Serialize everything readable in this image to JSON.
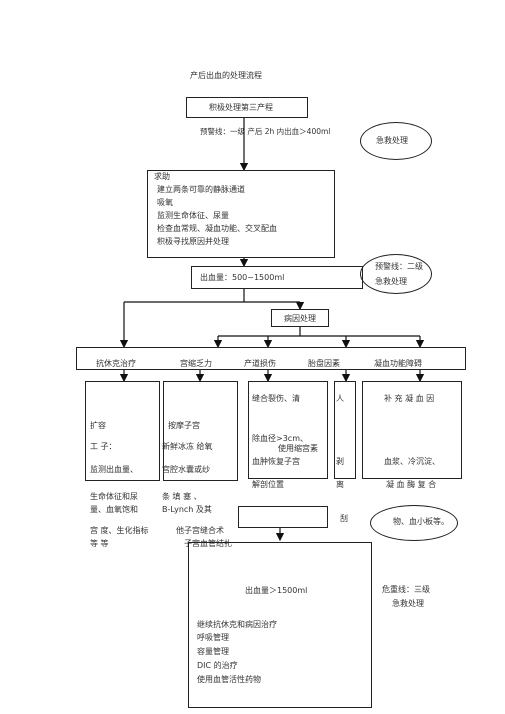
{
  "title": "产后出血的处理流程",
  "step1": "积极处理第三产程",
  "warning1_line": "预警线：一级 产后 2h 内出血＞400ml",
  "rescue1": "急救处理",
  "rescue_block": [
    "求助",
    "建立两条可靠的静脉通道",
    "吸氧",
    "监测生命体征、尿量",
    "检查血常规、凝血功能、交叉配血",
    "积极寻找原因并处理"
  ],
  "bleed2": "出血量：500~1500ml",
  "warning2": [
    "预警线：二级",
    "急救处理"
  ],
  "cause_handling": "病因处理",
  "branches": [
    "抗休克治疗",
    "宫缩乏力",
    "产道损伤",
    "胎盘因素",
    "凝血功能障碍"
  ],
  "col_shock": [
    "扩容",
    "工          子：",
    "监测出血量、",
    "生命体征和尿",
    "量、血氧饱和",
    "",
    "宫 度、生化指标",
    "等 等"
  ],
  "col_atony": [
    "按摩子宫",
    "新鲜冰冻 给氧",
    "宫腔水囊或纱",
    "条  填  塞  、",
    "B-Lynch  及其",
    "他子宫缝合术",
    "子宫血管结扎"
  ],
  "col_trauma": [
    "缝合裂伤、清",
    "除血径>3cm、",
    "使用缩宫素",
    "血肿恢复子宫",
    "解剖位置"
  ],
  "col_placenta": [
    "人",
    "剥",
    "离",
    "刮"
  ],
  "col_coag": [
    "补 充 凝 血 因",
    "血浆、冷沉淀、",
    "凝 血 酶 复 合",
    "物、血小板等。"
  ],
  "bleed3": "出血量＞1500ml",
  "warning3": [
    "危重线：三级",
    "急救处理"
  ],
  "final_steps": [
    "继续抗休克和病因治疗",
    "呼吸管理",
    "容量管理",
    "DIC 的治疗",
    "使用血管活性药物"
  ]
}
